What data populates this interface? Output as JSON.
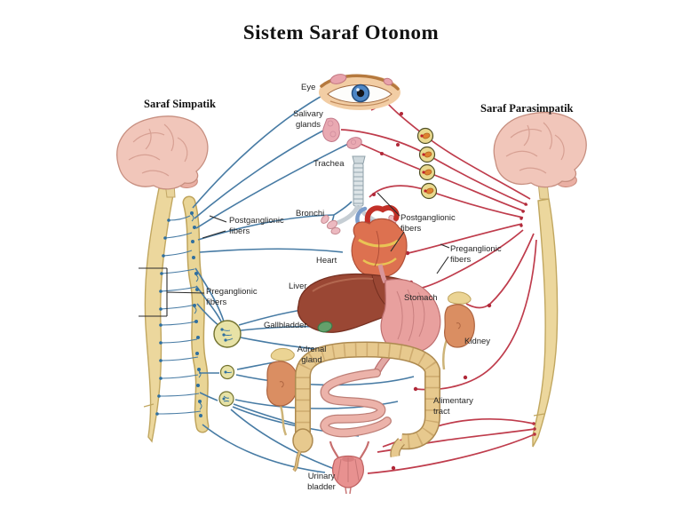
{
  "title": "Sistem Saraf Otonom",
  "headings": {
    "sympathetic": "Saraf Simpatik",
    "parasympathetic": "Saraf Parasimpatik"
  },
  "labels": {
    "eye": "Eye",
    "salivary_glands": "Salivary\nglands",
    "trachea": "Trachea",
    "bronchi": "Bronchi",
    "heart": "Heart",
    "postganglionic_left": "Postganglionic\nfibers",
    "preganglionic_left": "Preganglionic\nfibers",
    "liver": "Liver",
    "gallbladder": "Gallbladder",
    "adrenal_gland": "Adrenal\ngland",
    "stomach": "Stomach",
    "postganglionic_right": "Postganglionic\nfibers",
    "preganglionic_right": "Preganglionic\nfibers",
    "kidney": "Kidney",
    "alimentary_tract": "Alimentary\ntract",
    "urinary_bladder": "Urinary\nbladder"
  },
  "colors": {
    "background": "#ffffff",
    "title_text": "#111111",
    "sympathetic_line": "#477ba4",
    "parasympathetic_line": "#bf3c4c",
    "spinal_cord": "#ecd79d",
    "spinal_cord_outline": "#c1a760",
    "brain": "#f1c6ba",
    "ganglion_fill": "#e7e2a6",
    "liver": "#9a4734",
    "stomach": "#e8a09e",
    "colon": "#e7c98e",
    "kidney": "#da8e62",
    "bladder": "#e89190",
    "iris": "#4d86c6"
  }
}
